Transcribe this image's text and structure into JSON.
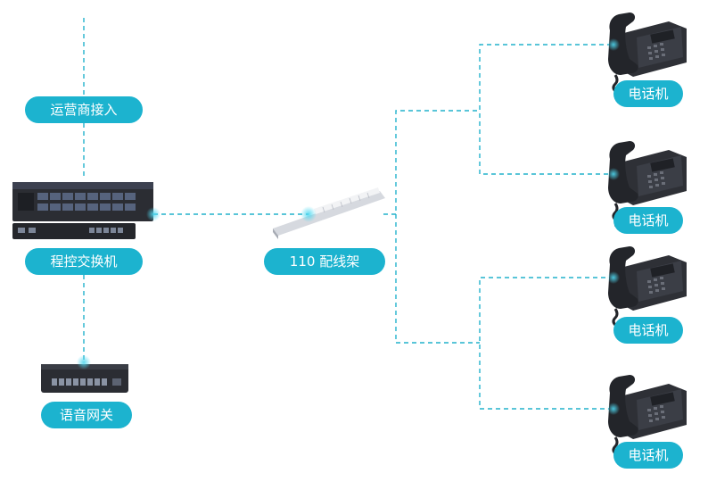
{
  "labels": {
    "carrier": "运营商接入",
    "pbx": "程控交换机",
    "gateway": "语音网关",
    "frame": "110 配线架"
  },
  "phones": [
    {
      "label": "电话机"
    },
    {
      "label": "电话机"
    },
    {
      "label": "电话机"
    },
    {
      "label": "电话机"
    }
  ],
  "colors": {
    "line": "#22b2cc",
    "pill": "#1cb3cf",
    "device_dark": "#2b2d33",
    "device_panel": "#3c4150"
  },
  "icons": {
    "pbx": "pbx-switch-icon",
    "gateway": "voice-gateway-icon",
    "frame": "patch-panel-icon",
    "phone": "desk-phone-icon"
  }
}
